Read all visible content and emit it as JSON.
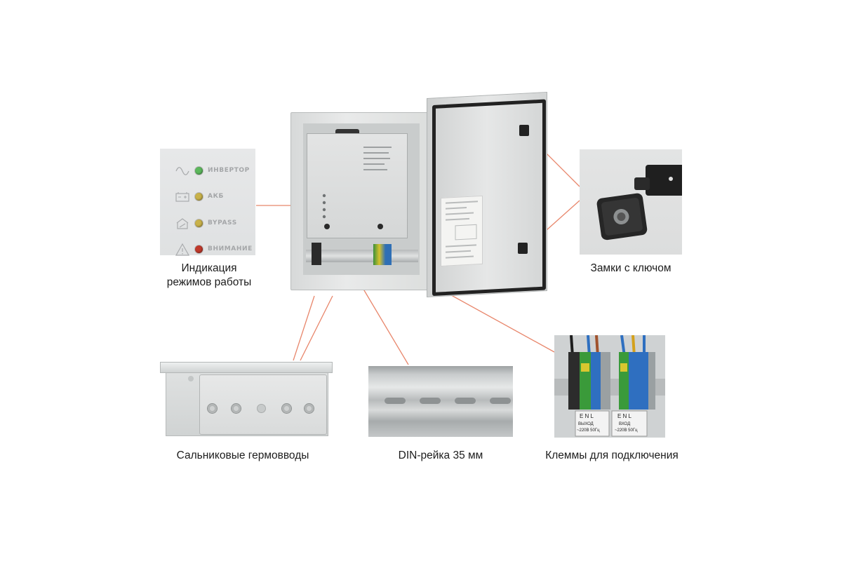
{
  "captions": {
    "indication": [
      "Индикация",
      "режимов работы"
    ],
    "locks": "Замки с ключом",
    "glands": "Сальниковые гермовводы",
    "din": "DIN-рейка 35 мм",
    "terminals": "Клеммы для подключения"
  },
  "indicator_panel": {
    "rows": [
      {
        "label": "ИНВЕРТОР",
        "icon": "sine-wave-icon",
        "led_color": "#5cb85c"
      },
      {
        "label": "АКБ",
        "icon": "battery-icon",
        "led_color": "#c9b24a"
      },
      {
        "label": "BYPASS",
        "icon": "bypass-icon",
        "led_color": "#c9b24a"
      },
      {
        "label": "ВНИМАНИЕ",
        "icon": "warning-triangle-icon",
        "led_color": "#c0392b"
      }
    ]
  },
  "terminal_labels": {
    "output": {
      "letters": "E N L",
      "line1": "ВЫХОД",
      "line2": "~220В 50Гц"
    },
    "input": {
      "letters": "E N L",
      "line1": "ВХОД",
      "line2": "~220В 50Гц"
    }
  },
  "colors": {
    "leader": "#e8866b",
    "led_green": "#5cb85c",
    "led_amber": "#c9b24a",
    "led_red": "#c0392b"
  }
}
